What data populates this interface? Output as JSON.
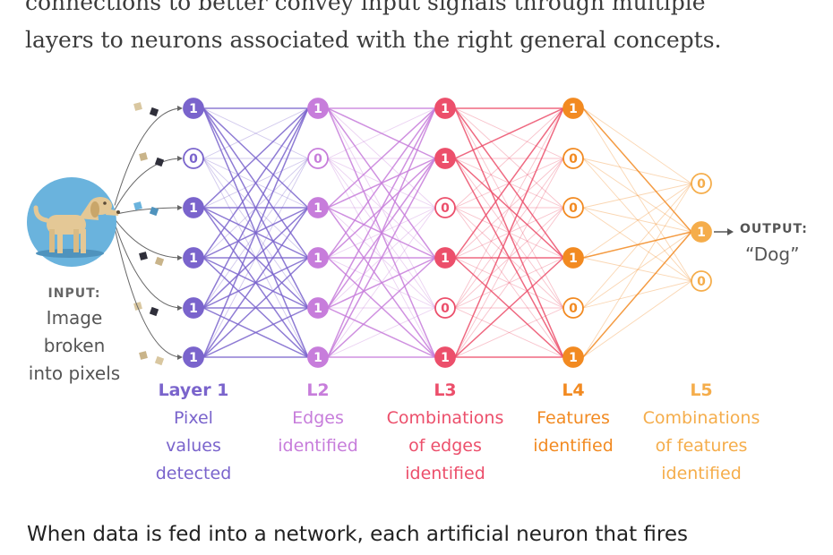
{
  "intro_text": {
    "line1": "connections to better convey input signals through multiple",
    "line2": "layers to neurons associated with the right general concepts."
  },
  "colors": {
    "layer1": "#7a64cc",
    "layer2": "#c77ddb",
    "layer3": "#ec4f6b",
    "layer4": "#f28a21",
    "layer5": "#f5ad4b",
    "dog_circle": "#6ab3dd",
    "dog_body": "#e4c896"
  },
  "diagram": {
    "input": {
      "heading": "INPUT:",
      "description_lines": [
        "Image",
        "broken",
        "into pixels"
      ],
      "image_icon": "dog-photo-icon"
    },
    "layers": [
      {
        "name": "Layer 1",
        "description_lines": [
          "Pixel",
          "values",
          "detected"
        ],
        "nodes": [
          "1",
          "0",
          "1",
          "1",
          "1",
          "1"
        ]
      },
      {
        "name": "L2",
        "description_lines": [
          "Edges",
          "identified"
        ],
        "nodes": [
          "1",
          "0",
          "1",
          "1",
          "1",
          "1"
        ]
      },
      {
        "name": "L3",
        "description_lines": [
          "Combinations",
          "of edges",
          "identified"
        ],
        "nodes": [
          "1",
          "1",
          "0",
          "1",
          "0",
          "1"
        ]
      },
      {
        "name": "L4",
        "description_lines": [
          "Features",
          "identified"
        ],
        "nodes": [
          "1",
          "0",
          "0",
          "1",
          "0",
          "1"
        ]
      },
      {
        "name": "L5",
        "description_lines": [
          "Combinations",
          "of features",
          "identified"
        ],
        "nodes": [
          "0",
          "1",
          "0"
        ]
      }
    ],
    "output": {
      "heading": "OUTPUT:",
      "value": "“Dog”"
    }
  },
  "closing_text": "When data is fed into a network, each artificial neuron that fires"
}
